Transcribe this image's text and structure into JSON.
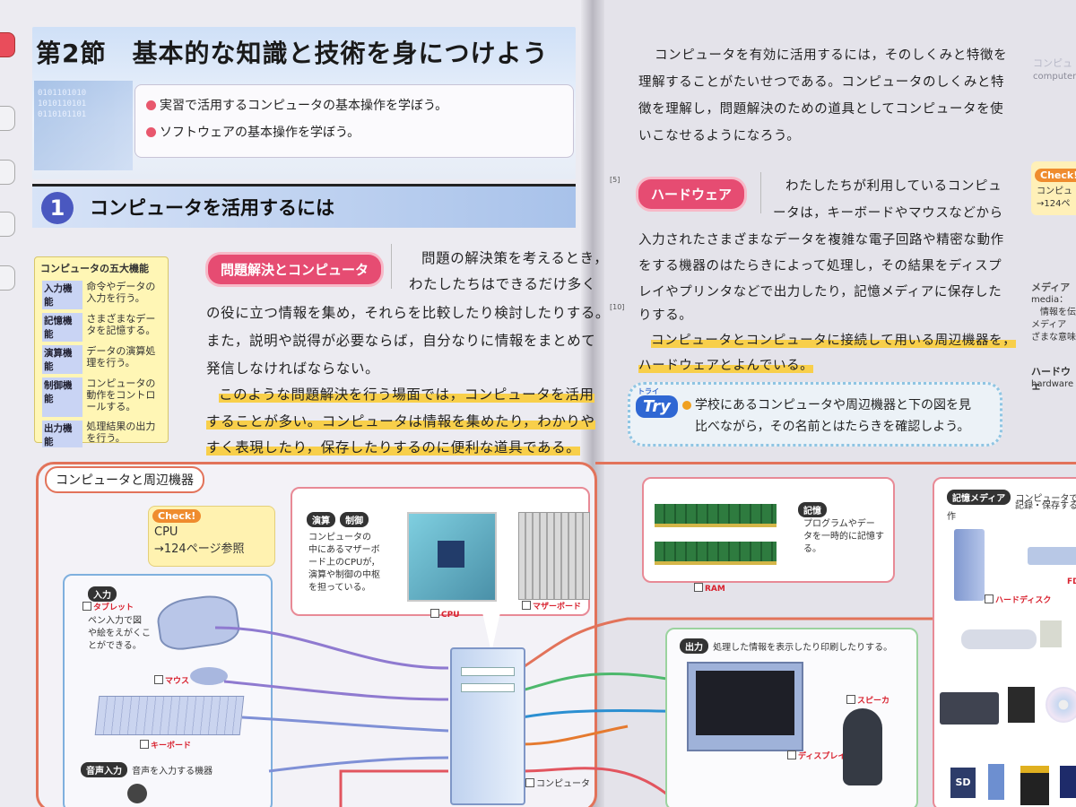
{
  "section": {
    "title": "第2節　基本的な知識と技術を身につけよう",
    "goals": [
      "実習で活用するコンピュータの基本操作を学ぼう。",
      "ソフトウェアの基本操作を学ぼう。"
    ]
  },
  "heading1": {
    "number": "1",
    "title": "コンピュータを活用するには"
  },
  "sidebar": {
    "title": "コンピュータの五大機能",
    "items": [
      {
        "label": "入力機能",
        "desc": "命令やデータの入力を行う。"
      },
      {
        "label": "記憶機能",
        "desc": "さまざまなデータを記憶する。"
      },
      {
        "label": "演算機能",
        "desc": "データの演算処理を行う。"
      },
      {
        "label": "制御機能",
        "desc": "コンピュータの動作をコントロールする。"
      },
      {
        "label": "出力機能",
        "desc": "処理結果の出力を行う。"
      }
    ]
  },
  "problem_solving": {
    "pill": "問題解決とコンピュータ",
    "lines": [
      "問題の解決策を考えるとき，",
      "わたしたちはできるだけ多く",
      "の役に立つ情報を集め，それらを比較したり検討したりする。",
      "また，説明や説得が必要ならば，自分なりに情報をまとめて",
      "発信しなければならない。",
      "このような問題解決を行う場面では，コンピュータを活用",
      "することが多い。コンピュータは情報を集めたり，わかりや",
      "すく表現したり，保存したりするのに便利な道具である。"
    ]
  },
  "right_page": {
    "intro_lines": [
      "コンピュータを有効に活用するには，そのしくみと特徴を",
      "理解することがたいせつである。コンピュータのしくみと特",
      "徴を理解し，問題解決のための道具としてコンピュータを使",
      "いこなせるようになろう。"
    ],
    "line_number_5": "[5]",
    "line_number_10": "[10]",
    "hardware_pill": "ハードウェア",
    "hardware_lines": [
      "わたしたちが利用しているコンピュ",
      "ータは，キーボードやマウスなどから",
      "入力されたさまざまなデータを複雑な電子回路や精密な動作",
      "をする機器のはたらきによって処理し，その結果をディスプ",
      "レイやプリンタなどで出力したり，記憶メディアに保存した",
      "りする。",
      "コンピュータとコンピュータに接続して用いる周辺機器を，",
      "ハードウェアとよんでいる。"
    ],
    "try_ruby": "トライ",
    "try_label": "Try",
    "try_text_1": "学校にあるコンピュータや周辺機器と下の図を見",
    "try_text_2": "比べながら，その名前とはたらきを確認しよう。",
    "margin_top": "コンピュ",
    "margin_top2": "computer",
    "margin_check": "Check!",
    "margin_check_text": "コンピュ",
    "margin_check_ref": "→124ペ",
    "margin_media_title": "メディア",
    "margin_media_lines": [
      "media：",
      "　情報を伝",
      "メディア",
      "ざまな意味"
    ],
    "margin_hw_title": "ハードウェ",
    "margin_hw_en": "hardware"
  },
  "diagram": {
    "title": "コンピュータと周辺機器",
    "check_tag": "Check!",
    "check_line1": "CPU",
    "check_line2": "→124ページ参照",
    "calc_tag": "演算",
    "control_tag": "制御",
    "calc_desc": [
      "コンピュータの",
      "中にあるマザーボ",
      "ード上のCPUが，",
      "演算や制御の中枢",
      "を担っている。"
    ],
    "cpu_label": "CPU",
    "mb_label": "マザーボード",
    "input_tag": "入力",
    "tablet_label": "タブレット",
    "tablet_desc": [
      "ペン入力で図",
      "や絵をえがくこ",
      "とができる。"
    ],
    "mouse_label": "マウス",
    "keyboard_label": "キーボード",
    "voice_tag": "音声入力",
    "voice_desc": "音声を入力する機器",
    "computer_label": "コンピュータ",
    "memory_tag": "記憶",
    "memory_desc": [
      "プログラムやデー",
      "タを一時的に記憶す",
      "る。"
    ],
    "ram_label": "RAM",
    "output_tag": "出力",
    "output_desc": "処理した情報を表示したり印刷したりする。",
    "display_label": "ディスプレイ",
    "speaker_label": "スピーカ",
    "storage_tag": "記憶メディア",
    "storage_desc_1": "コンピュータで作",
    "storage_desc_2": "記録・保存する。",
    "hdd_label": "ハードディスク",
    "fd_label": "FD",
    "sd_label": "SD"
  },
  "colors": {
    "accent_pink": "#e64c72",
    "highlight": "#f8cf4a",
    "diagram_border": "#e2735a",
    "circle_blue": "#4a58c0"
  }
}
